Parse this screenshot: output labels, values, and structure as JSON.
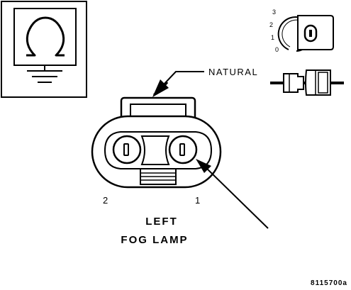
{
  "callout": {
    "connector_color": "NATURAL"
  },
  "pins": {
    "left_number": "2",
    "right_number": "1"
  },
  "caption": {
    "line1": "LEFT",
    "line2": "FOG LAMP"
  },
  "key_scale": {
    "mark_3": "3",
    "mark_2": "2",
    "mark_1": "1",
    "mark_0": "0"
  },
  "figure_id": "8115700a",
  "icons": {
    "test_symbol": "ohmmeter-resistance-icon",
    "key_view": "key-position-icon",
    "connector_view": "connector-halves-icon"
  }
}
